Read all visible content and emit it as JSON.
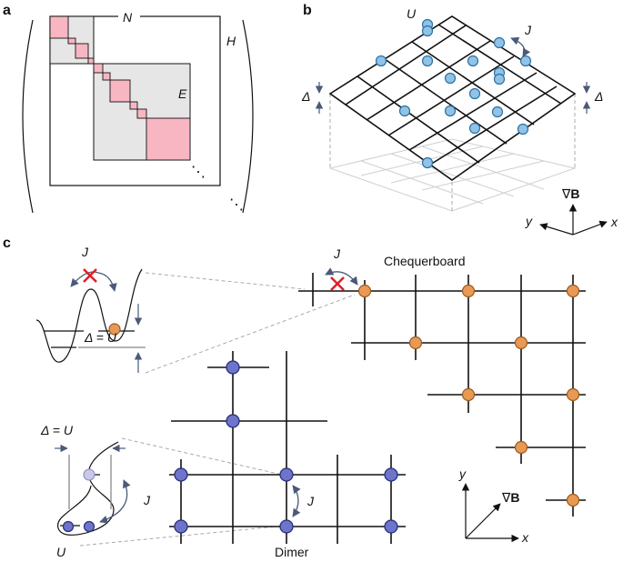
{
  "panels": {
    "a": {
      "letter": "a",
      "label_N": "N",
      "label_H": "H",
      "label_E": "E",
      "dots": "⋱",
      "colors": {
        "block_pink": "#f7b6c2",
        "block_grey": "#e6e6e6"
      }
    },
    "b": {
      "letter": "b",
      "label_U": "U",
      "label_J": "J",
      "label_delta_left": "Δ",
      "label_delta_right": "Δ",
      "label_gradB": "∇B",
      "axis_x": "x",
      "axis_y": "y",
      "colors": {
        "atom": "#8fc4e8",
        "atom_stroke": "#2f6f9f"
      }
    },
    "c": {
      "letter": "c",
      "label_J_top": "J",
      "label_delta_eq_U_top": "Δ = U",
      "title_chequerboard": "Chequerboard",
      "label_J_cheq": "J",
      "label_delta_eq_U_bottom": "Δ = U",
      "label_J_dimer_well": "J",
      "label_U_bottom": "U",
      "label_J_dimer": "J",
      "title_dimer": "Dimer",
      "label_gradB": "∇B",
      "axis_x": "x",
      "axis_y": "y",
      "colors": {
        "orange_atom": "#e89a55",
        "orange_stroke": "#9a5a1e",
        "blue_atom": "#6d74c9",
        "blue_stroke": "#27307a",
        "cross": "#e01f26"
      }
    }
  }
}
